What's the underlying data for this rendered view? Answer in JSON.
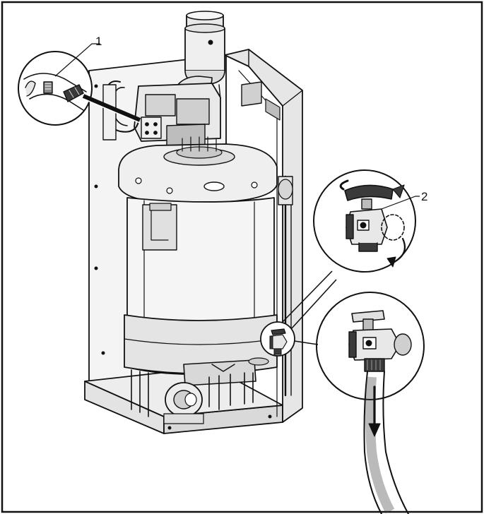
{
  "diagram": {
    "callouts": [
      {
        "id": "1",
        "label": "1"
      },
      {
        "id": "2",
        "label": "2"
      }
    ],
    "colors": {
      "line": "#111111",
      "body_fill": "#f2f2f2",
      "shade": "#cfcfcf",
      "dark": "#3a3a3a",
      "background": "#ffffff"
    }
  }
}
